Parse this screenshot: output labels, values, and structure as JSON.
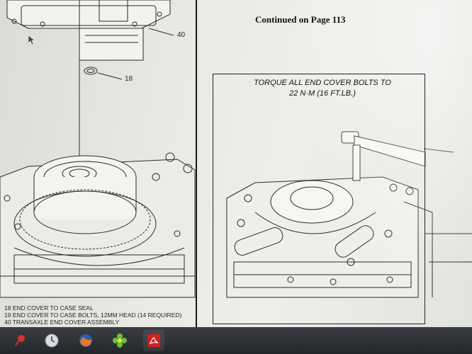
{
  "document": {
    "continued_text": "Continued on Page 113",
    "torque_note": {
      "line1": "TORQUE ALL END COVER BOLTS TO",
      "line2": "22 N·M  (16 FT.LB.)"
    },
    "callouts": {
      "c40": "40",
      "c18": "18"
    },
    "legend": [
      "18  END COVER TO CASE SEAL",
      "19  END COVER TO CASE BOLTS,  12MM HEAD  (14 REQUIRED)",
      "40  TRANSAXLE END COVER ASSEMBLY"
    ]
  },
  "taskbar": {
    "items": [
      {
        "icon": "pin-icon",
        "color": "#d6322a"
      },
      {
        "icon": "clock-icon",
        "color": "#d8dde3"
      },
      {
        "icon": "firefox-icon",
        "color": "#e8762b"
      },
      {
        "icon": "flower-icon",
        "color": "#6fbf3a"
      },
      {
        "icon": "pdf-icon",
        "color": "#d0201c"
      }
    ]
  }
}
